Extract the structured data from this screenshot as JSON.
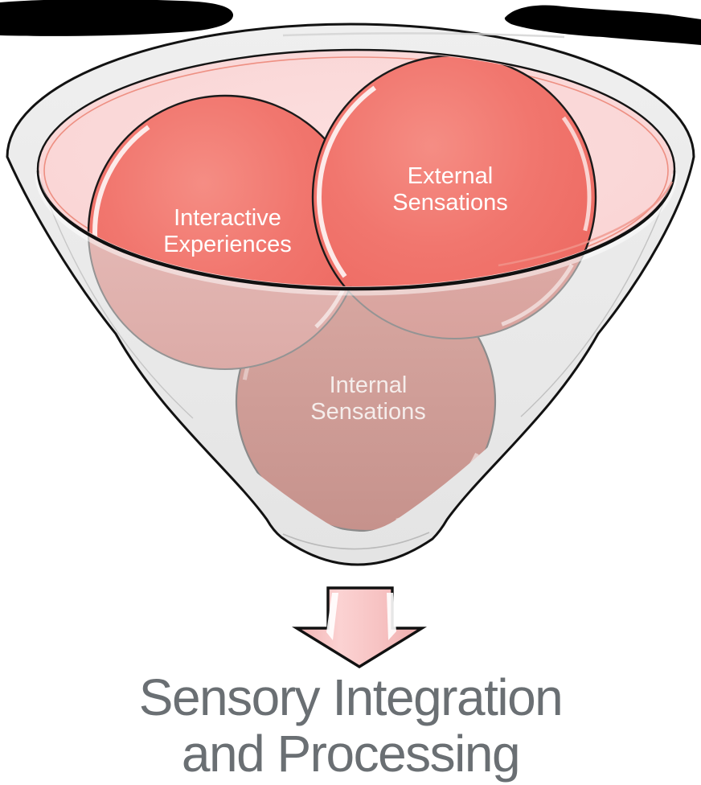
{
  "page": {
    "background_color": "#ffffff",
    "kind": "funnel-diagram-slide"
  },
  "diagram": {
    "funnel": {
      "body_color": "#e9e9e9",
      "outline_color": "#121212",
      "liquid_color": "#fbd8d8",
      "liquid_rim_accent_color": "#e2472e"
    },
    "bubbles": [
      {
        "id": "interactive-experiences",
        "label": "Interactive Experiences",
        "line1": "Interactive",
        "line2": "Experiences",
        "vivid_color": "#f1746c",
        "faded_color": "#e3b4b1",
        "text_color": "#ffffff"
      },
      {
        "id": "external-sensations",
        "label": "External Sensations",
        "line1": "External",
        "line2": "Sensations",
        "vivid_color": "#f1746c",
        "faded_color": "#dfaca8",
        "text_color": "#ffffff"
      },
      {
        "id": "internal-sensations",
        "label": "Internal Sensations",
        "line1": "Internal",
        "line2": "Sensations",
        "faded_color": "#cb9a94",
        "text_color": "#f5edeb"
      }
    ],
    "arrow": {
      "direction": "down",
      "fill_color": "#f8c6c6",
      "outline_color": "#111111"
    },
    "title": {
      "text": "Sensory Integration and Processing",
      "line1": "Sensory Integration",
      "line2": "and Processing",
      "color": "#6a6f73"
    },
    "redactions": [
      {
        "id": "redaction-top-left",
        "color": "#000000"
      },
      {
        "id": "redaction-top-right",
        "color": "#000000"
      }
    ]
  }
}
